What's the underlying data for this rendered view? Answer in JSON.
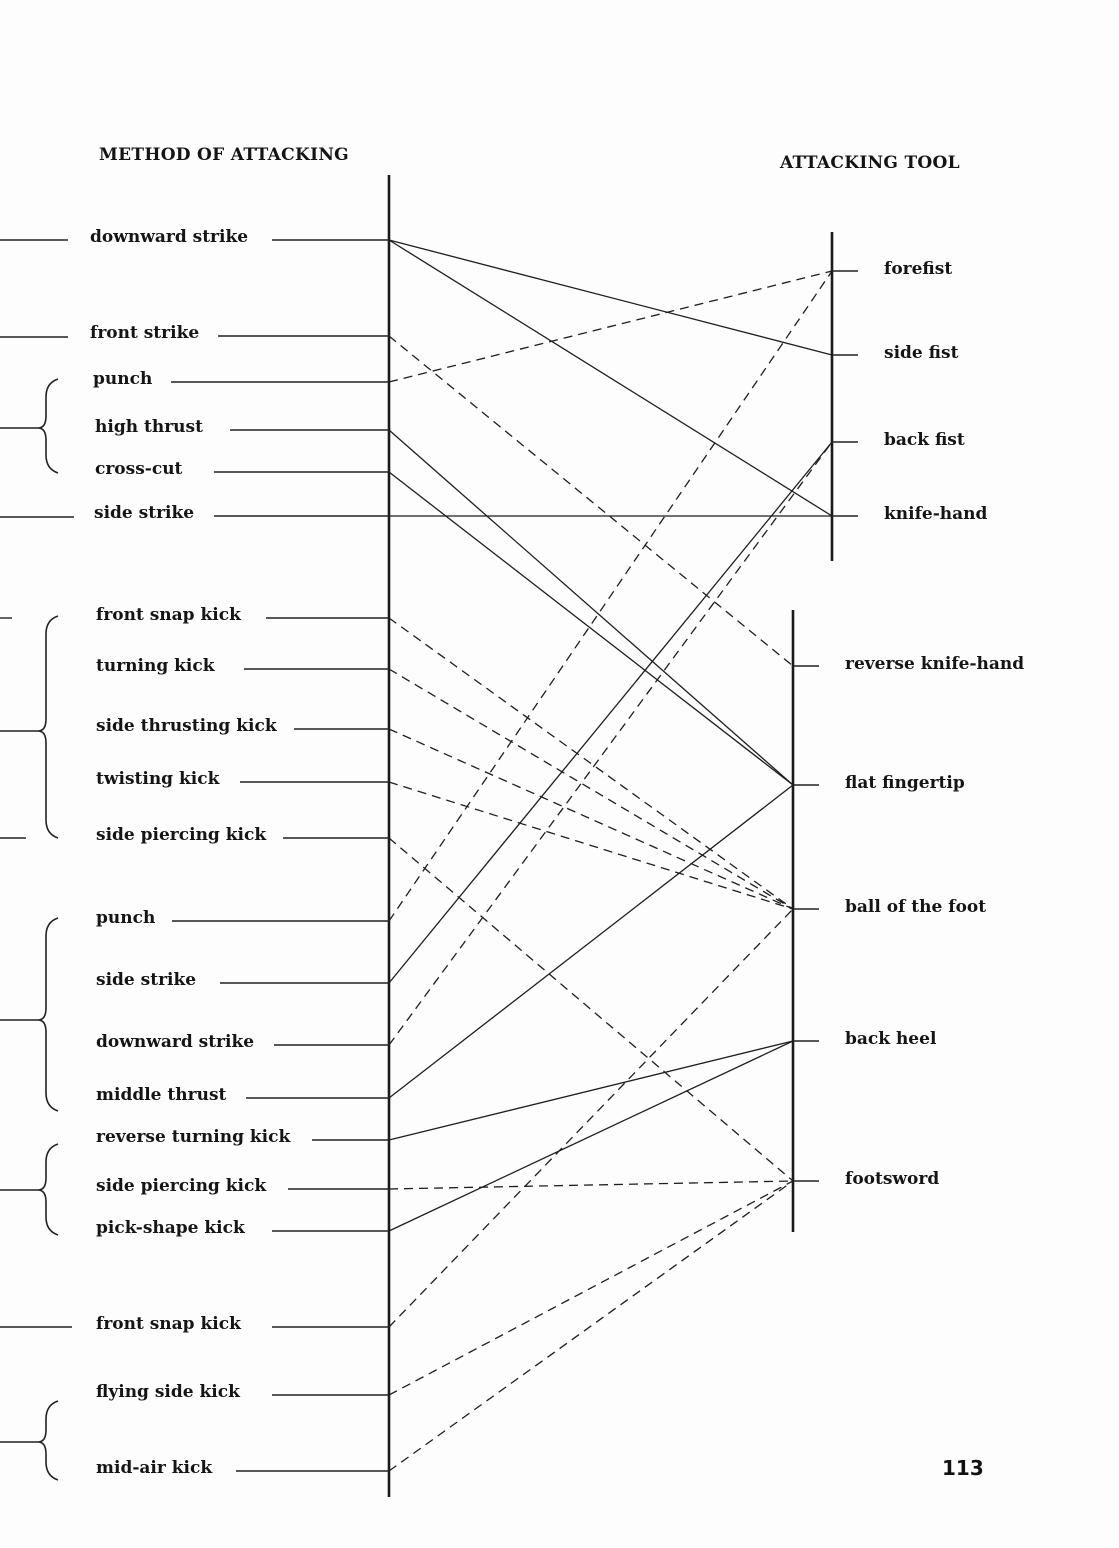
{
  "headings": {
    "left": "METHOD OF ATTACKING",
    "right": "ATTACKING TOOL"
  },
  "methods": [
    "downward strike",
    "front strike",
    "punch",
    "high thrust",
    "cross-cut",
    "side strike",
    "front snap kick",
    "turning kick",
    "side thrusting kick",
    "twisting kick",
    "side piercing kick",
    "punch",
    "side strike",
    "downward strike",
    "middle thrust",
    "reverse turning kick",
    "side piercing kick",
    "pick-shape kick",
    "front snap kick",
    "flying side kick",
    "mid-air kick"
  ],
  "tools": [
    "forefist",
    "side fist",
    "back fist",
    "knife-hand",
    "reverse knife-hand",
    "flat fingertip",
    "ball of the foot",
    "back heel",
    "footsword"
  ],
  "connections": [
    {
      "method": 0,
      "tool": 1,
      "style": "solid"
    },
    {
      "method": 0,
      "tool": 3,
      "style": "solid"
    },
    {
      "method": 1,
      "tool": 4,
      "style": "dashed"
    },
    {
      "method": 2,
      "tool": 0,
      "style": "dashed"
    },
    {
      "method": 3,
      "tool": 5,
      "style": "solid"
    },
    {
      "method": 4,
      "tool": 5,
      "style": "solid"
    },
    {
      "method": 5,
      "tool": 3,
      "style": "solid"
    },
    {
      "method": 6,
      "tool": 6,
      "style": "dashed"
    },
    {
      "method": 7,
      "tool": 6,
      "style": "dashed"
    },
    {
      "method": 8,
      "tool": 6,
      "style": "dashed"
    },
    {
      "method": 9,
      "tool": 6,
      "style": "dashed"
    },
    {
      "method": 10,
      "tool": 8,
      "style": "dashed"
    },
    {
      "method": 11,
      "tool": 0,
      "style": "dashed"
    },
    {
      "method": 12,
      "tool": 2,
      "style": "solid"
    },
    {
      "method": 13,
      "tool": 2,
      "style": "dashed"
    },
    {
      "method": 14,
      "tool": 5,
      "style": "solid"
    },
    {
      "method": 15,
      "tool": 7,
      "style": "solid"
    },
    {
      "method": 16,
      "tool": 8,
      "style": "dashed"
    },
    {
      "method": 17,
      "tool": 7,
      "style": "solid"
    },
    {
      "method": 18,
      "tool": 6,
      "style": "dashed"
    },
    {
      "method": 19,
      "tool": 8,
      "style": "dashed"
    },
    {
      "method": 20,
      "tool": 8,
      "style": "dashed"
    }
  ],
  "page_number": "113"
}
